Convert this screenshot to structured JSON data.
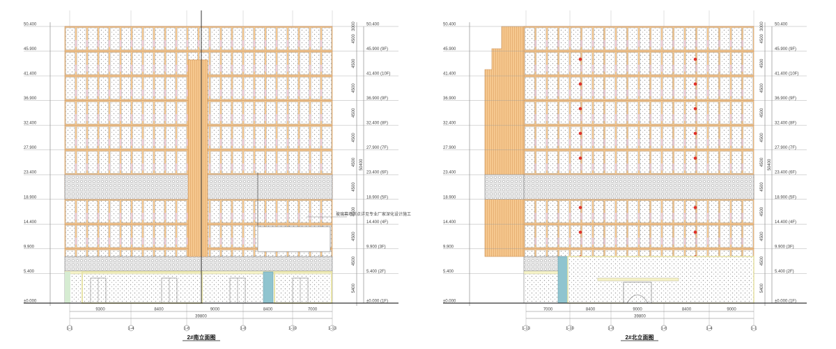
{
  "drawings": [
    {
      "id": "south",
      "title": "2#南立面图",
      "total_dimension": "39800",
      "span_dimensions": [
        "9300",
        "8400",
        "9000",
        "8400",
        "7000"
      ],
      "axis_labels": [
        "1-1",
        "1-4",
        "1-6",
        "1-8",
        "1-10",
        "1-13"
      ],
      "elevation_labels_left": [
        "50.400",
        "45.900",
        "41.400",
        "36.900",
        "32.400",
        "27.900",
        "23.400",
        "18.900",
        "14.400",
        "9.900",
        "5.400",
        "±0.000"
      ],
      "elevation_labels_right": [
        "50.400",
        "45.900 (9F)",
        "41.400 (10F)",
        "36.900 (9F)",
        "32.400 (8F)",
        "27.900 (7F)",
        "23.400 (6F)",
        "18.900 (5F)",
        "14.400 (4F)",
        "9.900 (3F)",
        "5.400 (2F)",
        "±0.000 (1F)"
      ],
      "segment_dims_right": [
        "3000",
        "4500",
        "4500",
        "4500",
        "4500",
        "4500",
        "4500",
        "4500",
        "4500",
        "4500",
        "4500",
        "5400"
      ],
      "total_height_label": "50400",
      "annotation": "玻璃幕墙节点详见专业厂家深化设计施工"
    },
    {
      "id": "north",
      "title": "2#北立面图",
      "total_dimension": "39800",
      "span_dimensions": [
        "7000",
        "8400",
        "9000",
        "8400",
        "9000"
      ],
      "axis_labels": [
        "1-13",
        "1-10",
        "1-8",
        "1-6",
        "1-4",
        "1-1"
      ],
      "elevation_labels_left": [
        "50.400",
        "45.900",
        "41.400",
        "36.900",
        "32.400",
        "27.900",
        "23.400",
        "18.900",
        "14.400",
        "9.900",
        "5.400",
        "±0.000"
      ],
      "elevation_labels_right": [
        "50.400",
        "45.900 (9F)",
        "41.400 (10F)",
        "36.900 (9F)",
        "32.400 (8F)",
        "27.900 (7F)",
        "23.400 (6F)",
        "18.900 (5F)",
        "14.400 (4F)",
        "9.900 (3F)",
        "5.400 (2F)",
        "±0.000 (1F)"
      ],
      "segment_dims_right": [
        "3000",
        "4500",
        "4500",
        "4500",
        "4500",
        "4500",
        "4500",
        "4500",
        "4500",
        "4500",
        "4500",
        "5400"
      ],
      "total_height_label": "50400"
    }
  ],
  "colors": {
    "facade_orange": "#f6c88f",
    "facade_pink": "#f4cdd5",
    "panel_white": "#ffffff",
    "lattice_gray": "#e2e2e2",
    "podium_fill": "#f3f3f3",
    "base_band": "#f6f3c8",
    "glass_blue": "#8fc4cf",
    "door_frame": "#e7e3a8",
    "marker_red": "#e0302a"
  }
}
